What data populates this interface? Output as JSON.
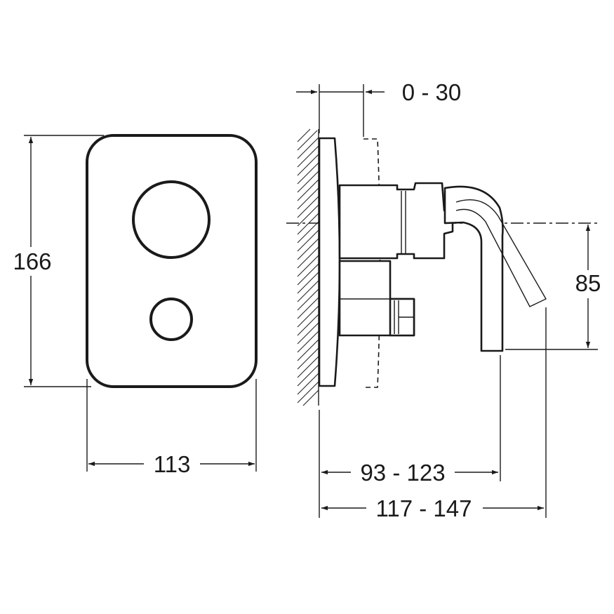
{
  "dimensions": {
    "front_height": "166",
    "front_width": "113",
    "projection_adjust": "0 - 30",
    "spout_height": "85",
    "spout_depth": "93 - 123",
    "total_depth": "117 - 147"
  }
}
